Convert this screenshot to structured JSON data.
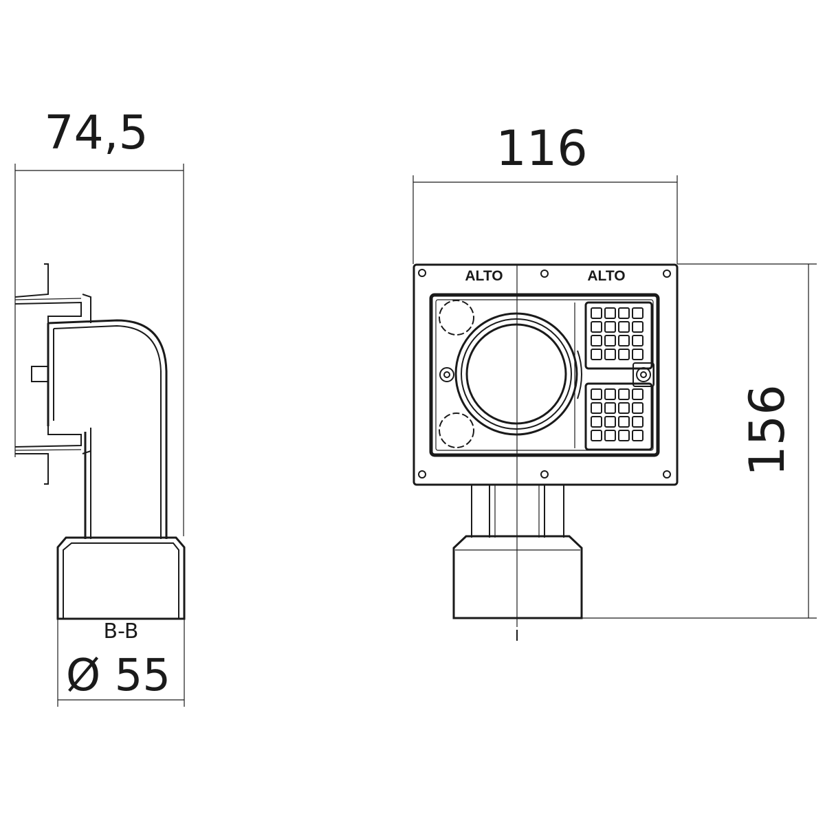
{
  "side_view": {
    "width_dim": "74,5",
    "section_label": "B-B",
    "diameter_dim": "Ø 55"
  },
  "front_view": {
    "width_dim": "116",
    "height_dim": "156",
    "brand_left": "ALTO",
    "brand_right": "ALTO"
  }
}
